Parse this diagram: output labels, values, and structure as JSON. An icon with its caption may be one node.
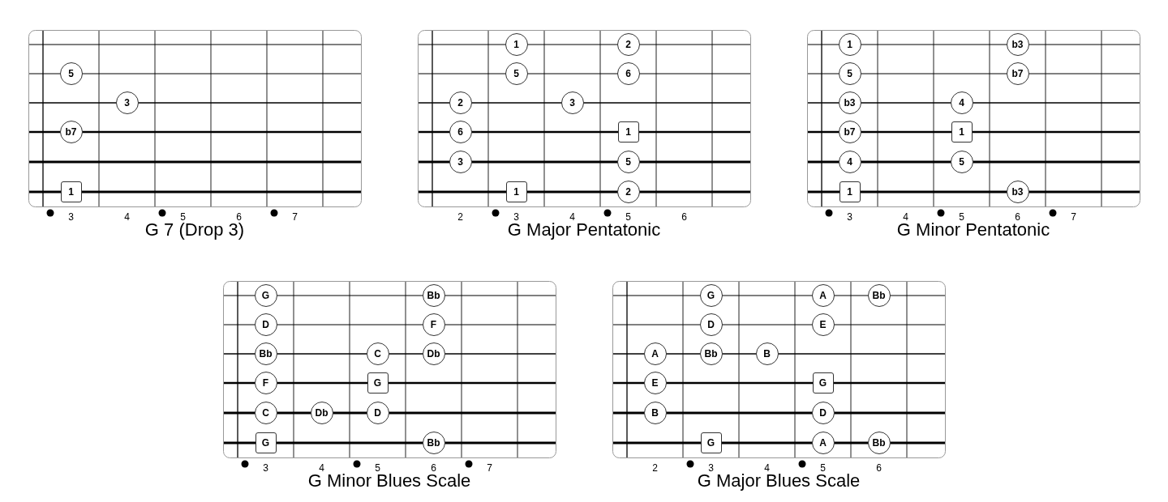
{
  "diagram": {
    "nodes": [
      {
        "text": [
          "G 7 (Drop 3)"
        ]
      },
      {
        "text": [
          "5"
        ],
        "in": 0
      },
      {
        "text": [
          "3"
        ],
        "in": 0
      },
      {
        "text": [
          "b7"
        ],
        "in": 0
      },
      {
        "text": [
          "1"
        ],
        "in": 0
      },
      {
        "text": [
          "G Major Pentatonic"
        ]
      },
      {
        "text": [
          "1"
        ],
        "in": 5
      },
      {
        "text": [
          "2"
        ],
        "in": 5
      },
      {
        "text": [
          "5"
        ],
        "in": 5
      },
      {
        "text": [
          "6"
        ],
        "in": 5
      },
      {
        "text": [
          "2"
        ],
        "in": 5
      },
      {
        "text": [
          "3"
        ],
        "in": 5
      },
      {
        "text": [
          "6"
        ],
        "in": 5
      },
      {
        "text": [
          "1"
        ],
        "in": 5
      },
      {
        "text": [
          "3"
        ],
        "in": 5
      },
      {
        "text": [
          "5"
        ],
        "in": 5
      },
      {
        "text": [
          "1"
        ],
        "in": 5
      },
      {
        "text": [
          "2"
        ],
        "in": 5
      },
      {
        "text": [
          "G Minor Pentatonic"
        ]
      },
      {
        "text": [
          "1"
        ],
        "in": 18
      },
      {
        "text": [
          "b3"
        ],
        "in": 18
      },
      {
        "text": [
          "5"
        ],
        "in": 18
      },
      {
        "text": [
          "b7"
        ],
        "in": 18
      },
      {
        "text": [
          "b3"
        ],
        "in": 18
      },
      {
        "text": [
          "4"
        ],
        "in": 18
      },
      {
        "text": [
          "b7"
        ],
        "in": 18
      },
      {
        "text": [
          "1"
        ],
        "in": 18
      },
      {
        "text": [
          "4"
        ],
        "in": 18
      },
      {
        "text": [
          "5"
        ],
        "in": 18
      },
      {
        "text": [
          "1"
        ],
        "in": 18
      },
      {
        "text": [
          "b3"
        ],
        "in": 18
      },
      {
        "text": [
          "G Minor Blues Scale"
        ]
      },
      {
        "text": [
          "G"
        ],
        "in": 31
      },
      {
        "text": [
          "Bb"
        ],
        "in": 31
      },
      {
        "text": [
          "D"
        ],
        "in": 31
      },
      {
        "text": [
          "F"
        ],
        "in": 31
      },
      {
        "text": [
          "Bb"
        ],
        "in": 31
      },
      {
        "text": [
          "C"
        ],
        "in": 31
      },
      {
        "text": [
          "Db"
        ],
        "in": 31
      },
      {
        "text": [
          "F"
        ],
        "in": 31
      },
      {
        "text": [
          "G"
        ],
        "in": 31
      },
      {
        "text": [
          "C"
        ],
        "in": 31
      },
      {
        "text": [
          "Db"
        ],
        "in": 31
      },
      {
        "text": [
          "D"
        ],
        "in": 31
      },
      {
        "text": [
          "G"
        ],
        "in": 31
      },
      {
        "text": [
          "Bb"
        ],
        "in": 31
      },
      {
        "text": [
          "G Major Blues Scale"
        ]
      },
      {
        "text": [
          "G"
        ],
        "in": 46
      },
      {
        "text": [
          "A"
        ],
        "in": 46
      },
      {
        "text": [
          "Bb"
        ],
        "in": 46
      },
      {
        "text": [
          "D"
        ],
        "in": 46
      },
      {
        "text": [
          "E"
        ],
        "in": 46
      },
      {
        "text": [
          "A"
        ],
        "in": 46
      },
      {
        "text": [
          "Bb"
        ],
        "in": 46
      },
      {
        "text": [
          "B"
        ],
        "in": 46
      },
      {
        "text": [
          "E"
        ],
        "in": 46
      },
      {
        "text": [
          "G"
        ],
        "in": 46
      },
      {
        "text": [
          "B"
        ],
        "in": 46
      },
      {
        "text": [
          "D"
        ],
        "in": 46
      },
      {
        "text": [
          "G"
        ],
        "in": 46
      },
      {
        "text": [
          "A"
        ],
        "in": 46
      },
      {
        "text": [
          "Bb"
        ],
        "in": 46
      }
    ],
    "labels": [
      "3",
      "4",
      "5",
      "6",
      "7",
      "2",
      "3",
      "4",
      "5",
      "6",
      "3",
      "4",
      "5",
      "6",
      "7",
      "3",
      "4",
      "5",
      "6",
      "7",
      "2",
      "3",
      "4",
      "5",
      "6"
    ]
  }
}
